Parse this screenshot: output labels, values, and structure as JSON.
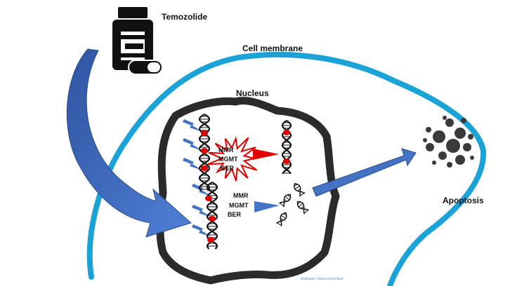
{
  "labels": {
    "drug": "Temozolide",
    "membrane": "Cell membrane",
    "nucleus": "Nucleus",
    "outcome": "Apoptosis",
    "repair_top": [
      "MMR",
      "MGMT",
      "BER"
    ],
    "repair_bottom": [
      "MMR",
      "MGMT",
      "BER"
    ],
    "credit": "Illustration : Diana Daneshbod"
  },
  "colors": {
    "membrane": "#1ba3d8",
    "nucleus": "#2b2b2b",
    "arrow_blue": "#4472c4",
    "damage_red": "#e00000",
    "apoptosis": "#3a3a3a"
  },
  "icons": [
    "pill-bottle-icon",
    "capsule-icon",
    "lightning-bolt-icon",
    "dna-icon",
    "starburst-icon"
  ]
}
